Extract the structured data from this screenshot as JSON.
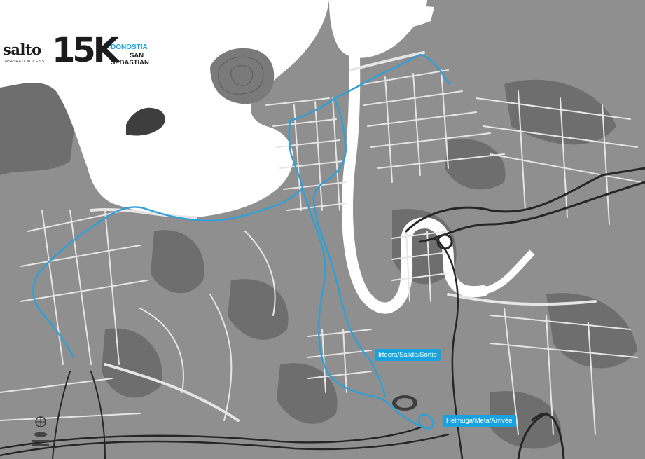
{
  "brand": {
    "name": "salto",
    "tagline": "INSPIRED ACCESS",
    "race": "15K",
    "city_line1": "DONOSTIA",
    "city_line2": "SAN",
    "city_line3": "SEBASTIAN"
  },
  "route": {
    "start_label": "Irteera/Salida/Sortie",
    "finish_label": "Helmuga/Meta/Arrivée",
    "color": "#2f9fd8"
  },
  "colors": {
    "sea": "#ffffff",
    "land": "#8f8f8f",
    "parks": "#6d6d6d",
    "streets": "#e6e6e6",
    "highway": "#262626",
    "accent": "#1aa2df"
  },
  "icons": [
    "map-credit-icon"
  ]
}
